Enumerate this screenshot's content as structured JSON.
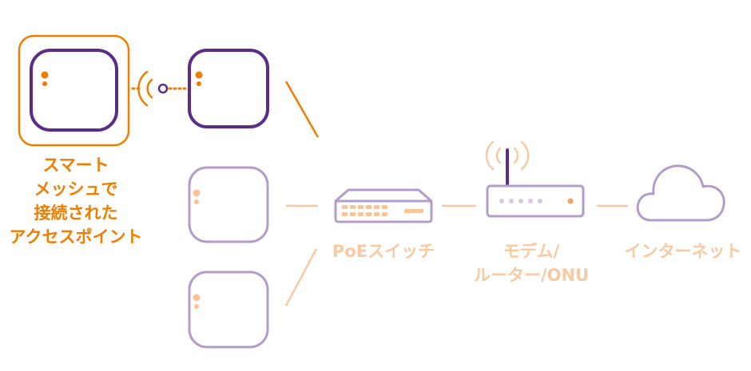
{
  "labels": {
    "mesh_ap": [
      "スマート",
      "メッシュで",
      "接続された",
      "アクセスポイント"
    ],
    "poe_switch": "PoEスイッチ",
    "modem_router": [
      "モデム/",
      "ルーター/ONU"
    ],
    "internet": "インターネット"
  },
  "icons": {
    "mesh_ap": "access-point-icon",
    "wired_ap": "access-point-icon",
    "wifi_signal": "wifi-signal-icon",
    "switch": "network-switch-icon",
    "router": "router-icon",
    "cloud": "cloud-icon"
  },
  "colors": {
    "orange": "#ef7d00",
    "purple": "#5b2d86",
    "light_purple": "#b49cca",
    "light_orange": "#f8c9a2",
    "dot_light": "#f9c49a"
  }
}
